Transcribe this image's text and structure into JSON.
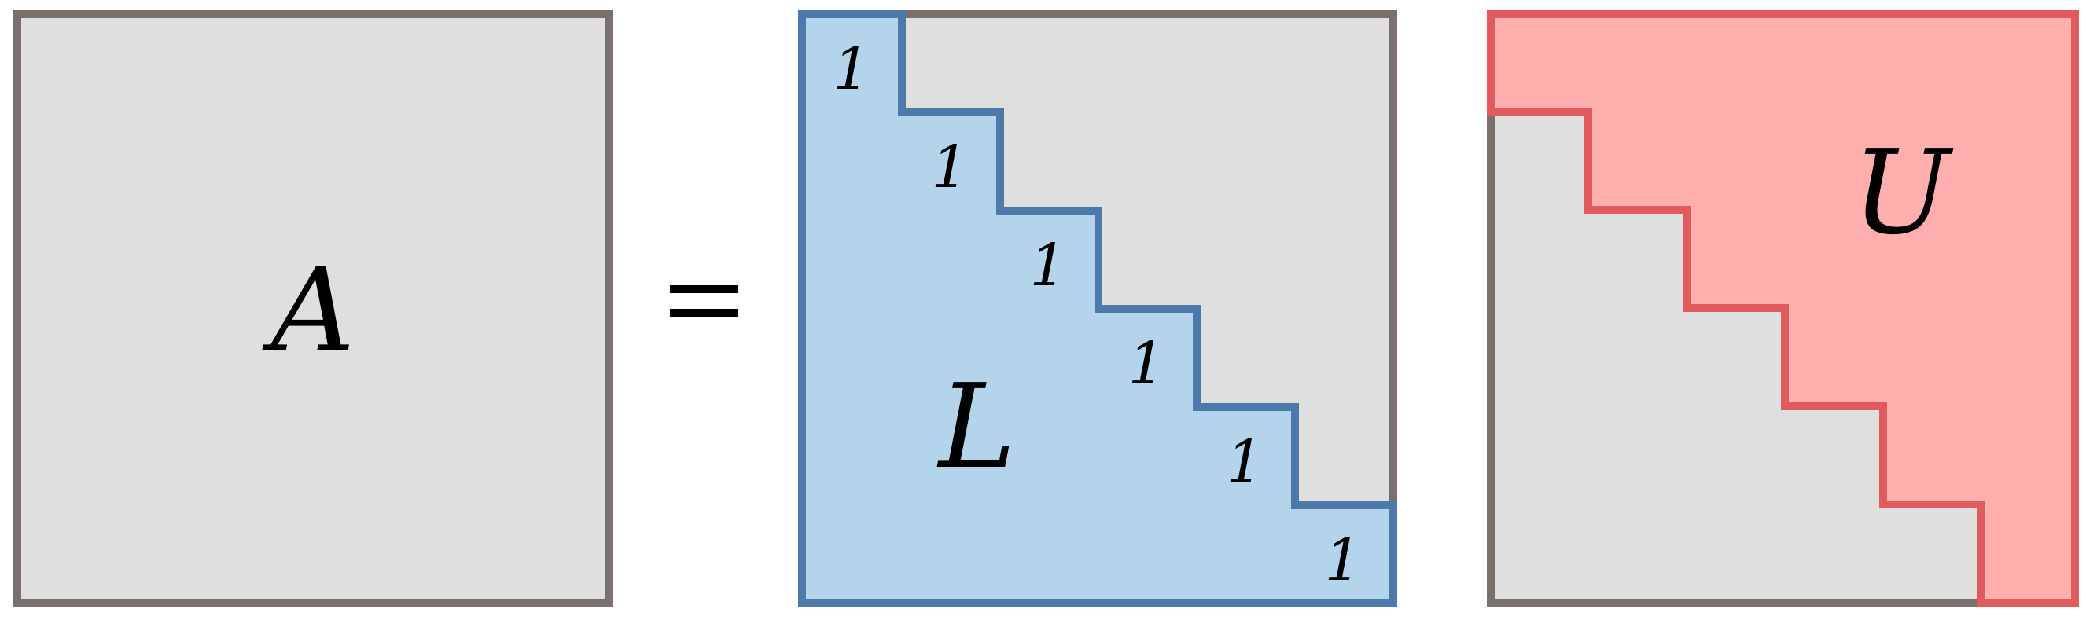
{
  "colors": {
    "matrix_fill": "#e0dfdf",
    "matrix_border": "#7a716f",
    "L_fill": "#b4d4ec",
    "L_border": "#4e79ab",
    "U_fill": "#ffb0ae",
    "U_border": "#e05a5e",
    "equals": "#000000"
  },
  "matrix_A": {
    "label": "A"
  },
  "equals_sign": {
    "symbol": "="
  },
  "matrix_L": {
    "label": "L",
    "diagonal_values": [
      "1",
      "1",
      "1",
      "1",
      "1",
      "1"
    ]
  },
  "matrix_U": {
    "label": "U"
  }
}
